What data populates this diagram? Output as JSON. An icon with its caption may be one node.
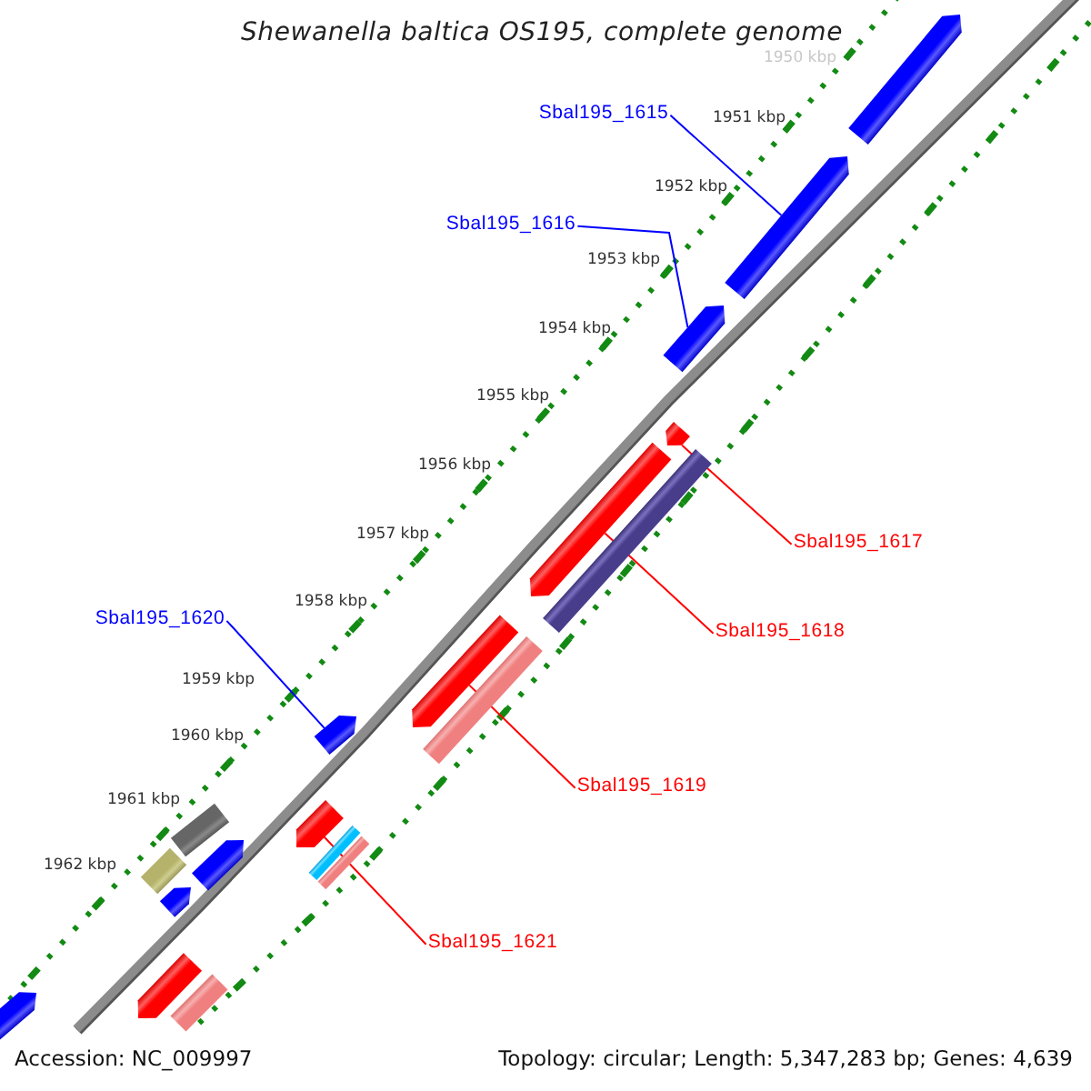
{
  "diagram": {
    "title": "Shewanella baltica OS195, complete genome",
    "nodes": [
      {
        "text": [
          "Sbal195_1615"
        ]
      },
      {
        "text": [
          "Sbal195_1616"
        ]
      },
      {
        "text": [],
        "shape": "pentagon"
      },
      {
        "text": [],
        "shape": "pentagon"
      },
      {
        "text": [],
        "shape": "pentagon"
      },
      {
        "text": [],
        "shape": "pentagon"
      },
      {
        "text": [],
        "shape": "pentagon"
      },
      {
        "text": [],
        "shape": "bar"
      },
      {
        "text": [
          "Sbal195_1617"
        ]
      },
      {
        "text": [
          "Sbal195_1618"
        ]
      },
      {
        "text": [
          "Sbal195_1620"
        ]
      },
      {
        "text": [],
        "shape": "pentagon"
      },
      {
        "text": [],
        "shape": "pentagon"
      },
      {
        "text": [],
        "shape": "bar"
      },
      {
        "text": [
          "Sbal195_1619"
        ]
      },
      {
        "text": [],
        "shape": "bar"
      },
      {
        "text": [],
        "shape": "pentagon"
      },
      {
        "text": [],
        "shape": "pentagon"
      },
      {
        "text": [],
        "shape": "bar"
      },
      {
        "text": [],
        "shape": "bar"
      },
      {
        "text": [],
        "shape": "bar"
      },
      {
        "text": [],
        "shape": "pentagon"
      },
      {
        "text": [
          "Sbal195_1621"
        ]
      },
      {
        "text": [],
        "shape": "pentagon"
      },
      {
        "text": [],
        "shape": "bar"
      },
      {
        "text": [],
        "shape": "pentagon"
      }
    ],
    "edges": [
      {
        "from": 0,
        "to": 3,
        "arrow": "none",
        "color": "#0000ff"
      },
      {
        "from": 1,
        "to": 4,
        "arrow": "none",
        "color": "#0000ff"
      },
      {
        "from": 8,
        "to": 5,
        "arrow": "none"
      },
      {
        "from": 9,
        "to": 6,
        "arrow": "none"
      },
      {
        "from": 10,
        "to": 11,
        "arrow": "none",
        "color": "#0000ff"
      },
      {
        "from": 14,
        "to": 12,
        "arrow": "none"
      },
      {
        "from": 22,
        "to": 16,
        "arrow": "none"
      }
    ],
    "labels": [
      "1950 kbp",
      "1951 kbp",
      "1952 kbp",
      "1953 kbp",
      "1954 kbp",
      "1955 kbp",
      "1956 kbp",
      "1957 kbp",
      "1958 kbp",
      "1959 kbp",
      "1960 kbp",
      "1961 kbp",
      "1962 kbp",
      "Accession: NC_009997",
      "Topology: circular; Length: 5,347,283 bp; Genes: 4,639"
    ]
  }
}
